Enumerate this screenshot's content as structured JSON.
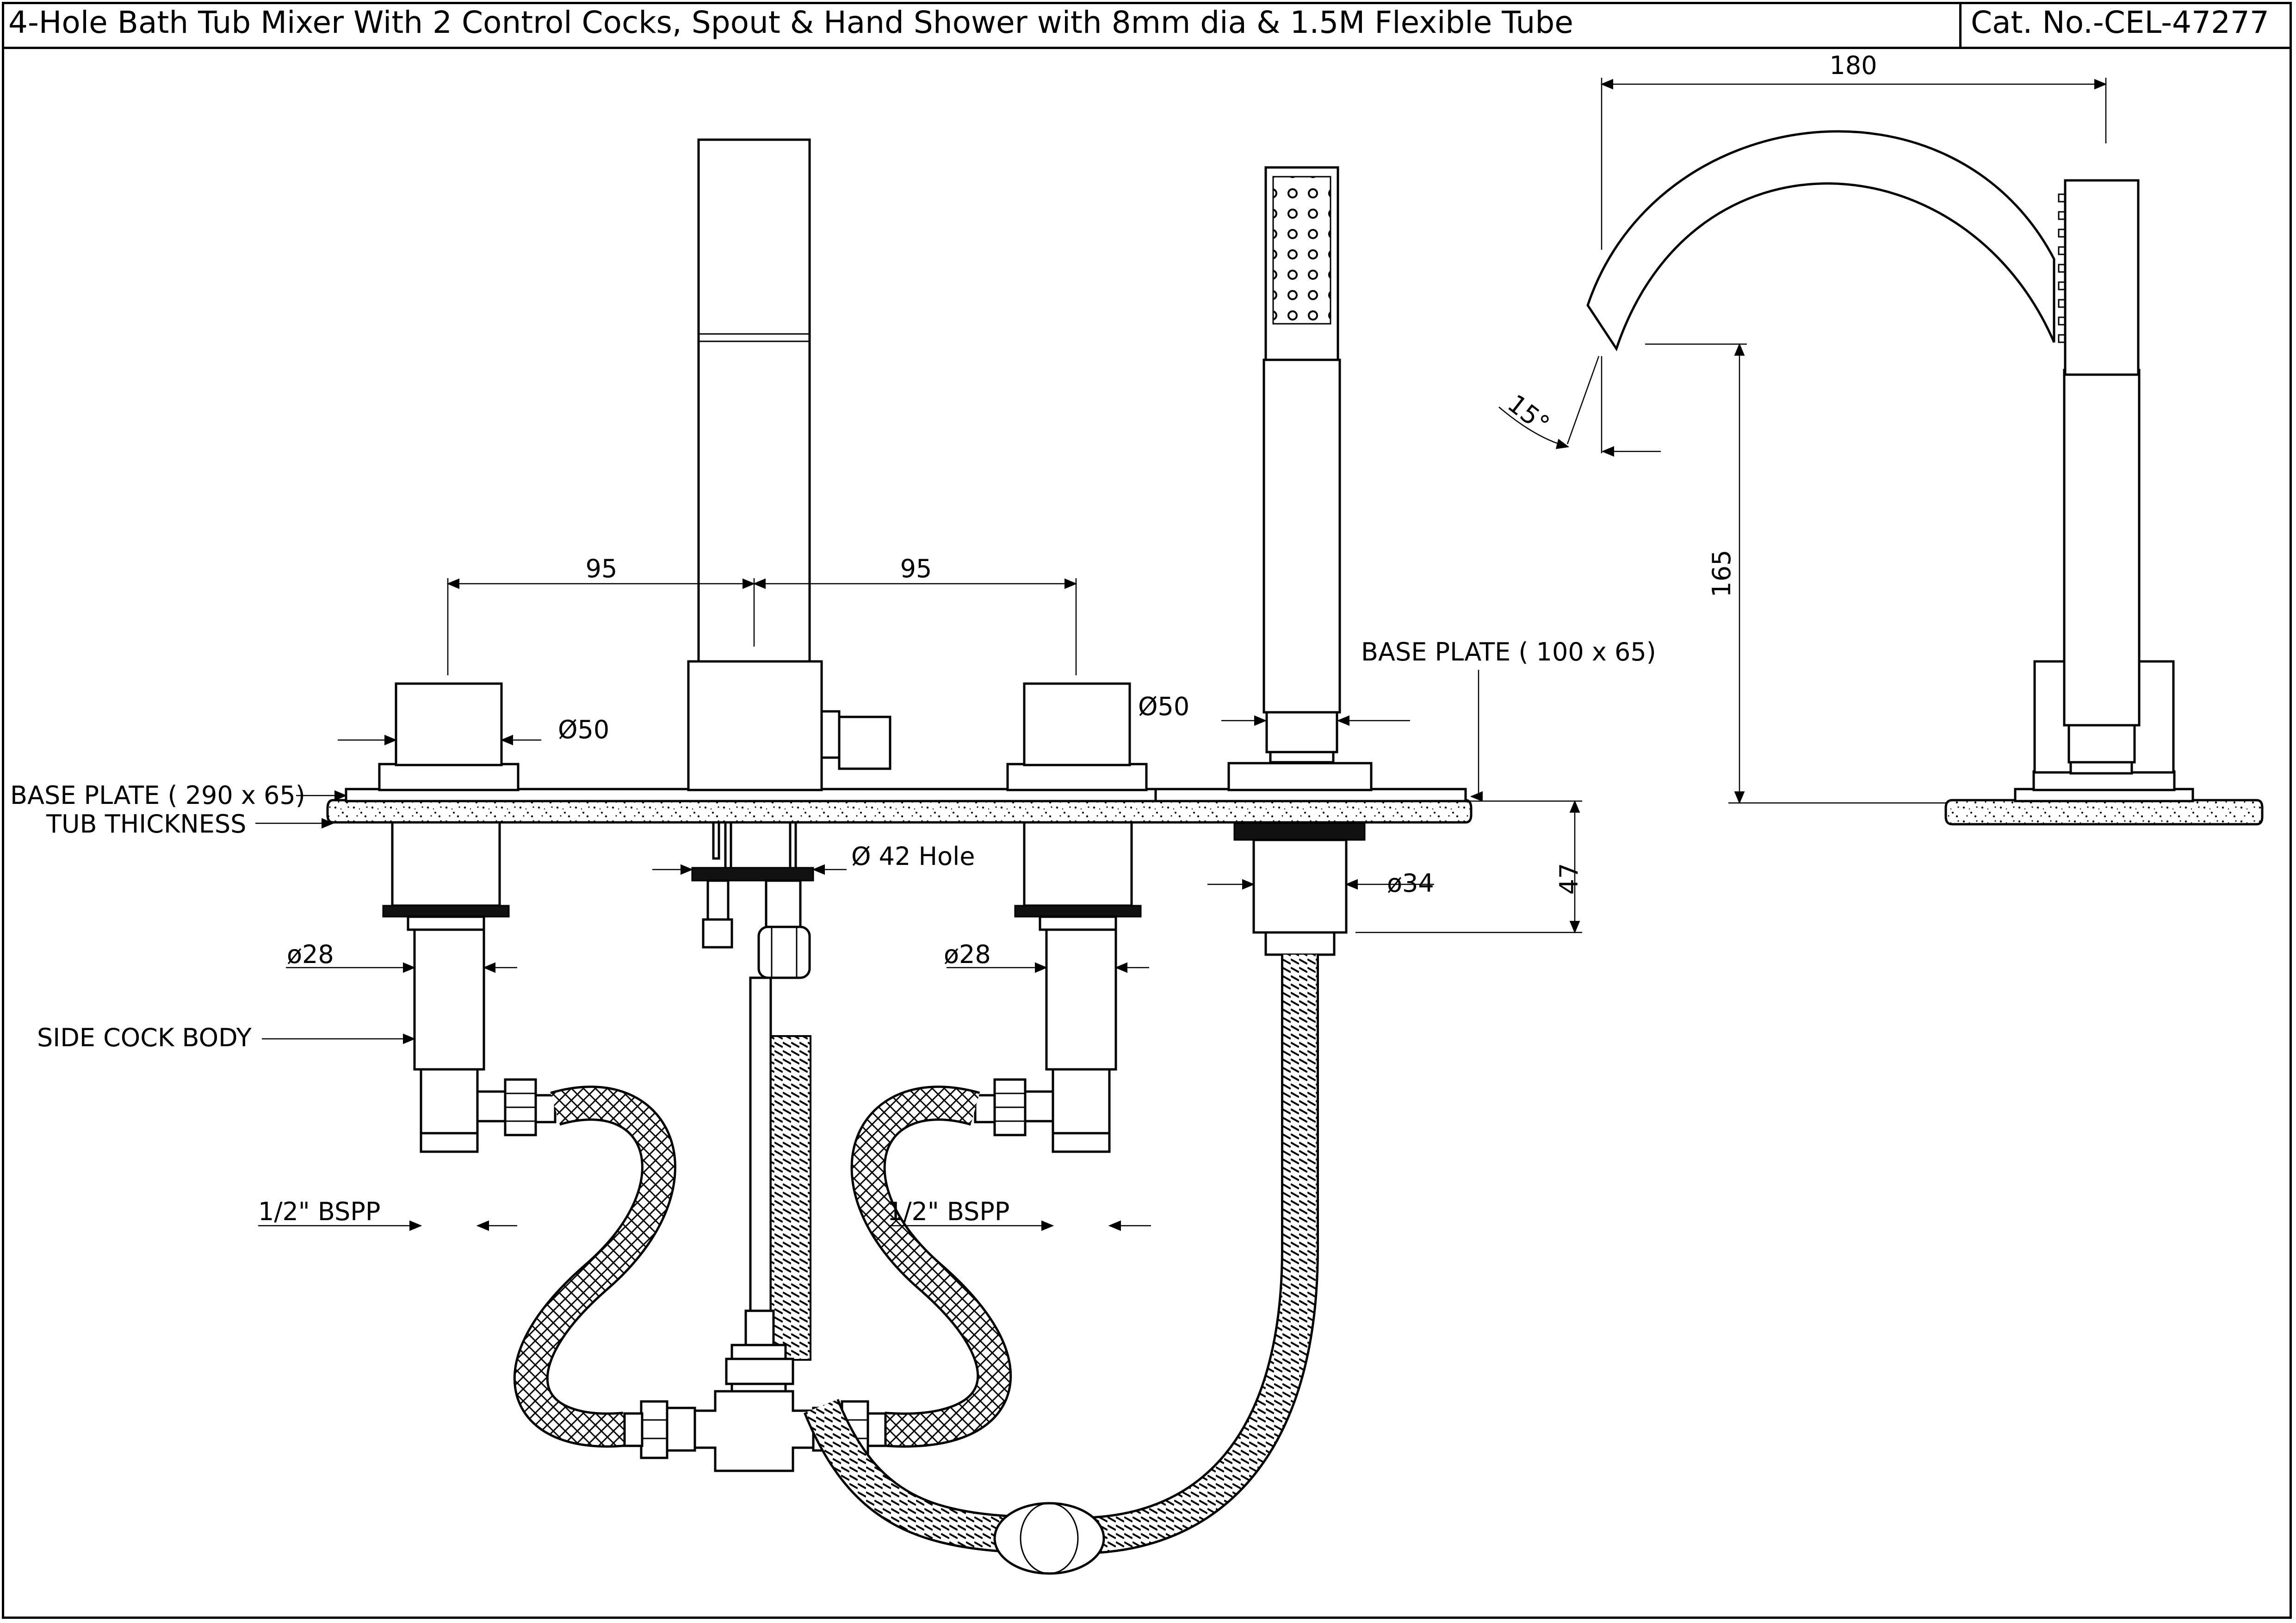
{
  "header": {
    "title": "4-Hole Bath Tub Mixer With 2 Control Cocks, Spout & Hand Shower with 8mm dia & 1.5M Flexible Tube",
    "cat_no": "Cat. No.-CEL-47277"
  },
  "dimensions": {
    "spacing_left": "95",
    "spacing_right": "95",
    "cock_dia_left": "Ø50",
    "cock_dia_right": "Ø50",
    "hole_dia": "Ø 42 Hole",
    "hose_conn_dia": "ø34",
    "body_dia_left": "ø28",
    "body_dia_right": "ø28",
    "depth": "47",
    "spout_reach": "180",
    "spout_height": "165",
    "spout_angle": "15°"
  },
  "labels": {
    "base_plate_main": "BASE PLATE ( 290 x 65)",
    "tub_thickness": "TUB THICKNESS",
    "base_plate_shower": "BASE PLATE ( 100 x 65)",
    "side_cock_body": "SIDE COCK BODY",
    "bspp_left": "1/2\" BSPP",
    "bspp_right": "1/2\" BSPP"
  }
}
